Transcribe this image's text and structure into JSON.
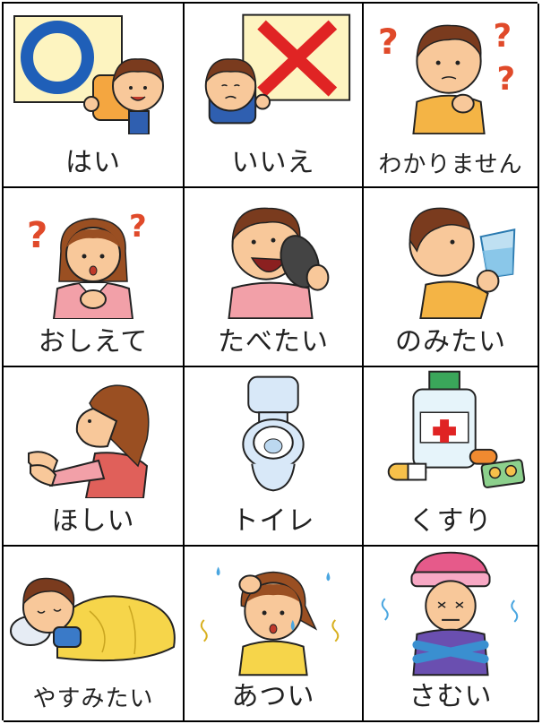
{
  "cards": [
    {
      "label": "はい",
      "icon": "yes-circle-sign-icon"
    },
    {
      "label": "いいえ",
      "icon": "no-cross-sign-icon"
    },
    {
      "label": "わかりません",
      "icon": "confused-boy-icon"
    },
    {
      "label": "おしえて",
      "icon": "asking-girl-icon"
    },
    {
      "label": "たべたい",
      "icon": "eating-boy-icon"
    },
    {
      "label": "のみたい",
      "icon": "drinking-boy-icon"
    },
    {
      "label": "ほしい",
      "icon": "wanting-hands-icon"
    },
    {
      "label": "トイレ",
      "icon": "toilet-icon"
    },
    {
      "label": "くすり",
      "icon": "medicine-icon"
    },
    {
      "label": "やすみたい",
      "icon": "sleeping-boy-icon"
    },
    {
      "label": "あつい",
      "icon": "hot-girl-icon"
    },
    {
      "label": "さむい",
      "icon": "cold-boy-icon"
    }
  ],
  "colors": {
    "skin": "#f8c89a",
    "hair": "#7a3b1e",
    "sign": "#fdf4c0",
    "yes": "#1f5fb8",
    "no": "#e02424",
    "question": "#e04a2a"
  }
}
